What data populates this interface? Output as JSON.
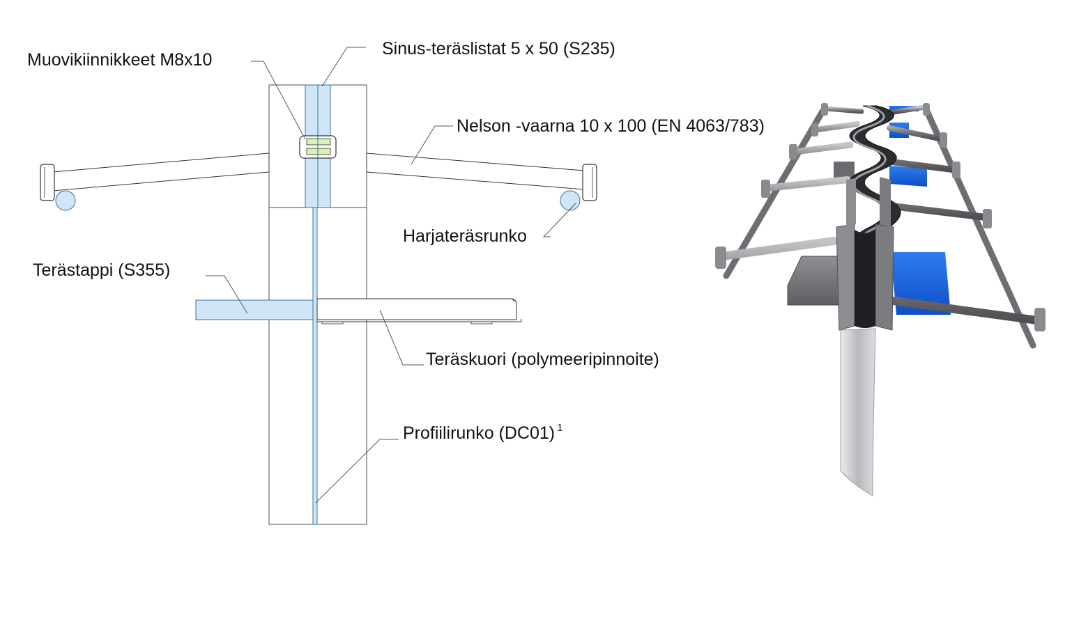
{
  "labels": {
    "muovikiinnikkeet": "Muovikiinnikkeet M8x10",
    "sinus": "Sinus-teräslistat 5 x 50 (S235)",
    "nelson": "Nelson -vaarna 10 x 100 (EN 4063/783)",
    "harjateras": "Harjateräsrunko",
    "terastappi": "Terästappi (S355)",
    "teraskuori": "Teräskuori (polymeeripinnoite)",
    "profiilirunko": "Profiilirunko (DC01)",
    "profiilirunko_footnote": "1"
  },
  "colors": {
    "light_blue": "#cfe6f7",
    "blue_outline": "#3b7fbf",
    "clip_green": "#d9f0b6",
    "render_blue": "#1a5fe0",
    "steel_grey": "#8d8f93",
    "dark_grey": "#555659",
    "rebar": "#9a9b9e"
  }
}
